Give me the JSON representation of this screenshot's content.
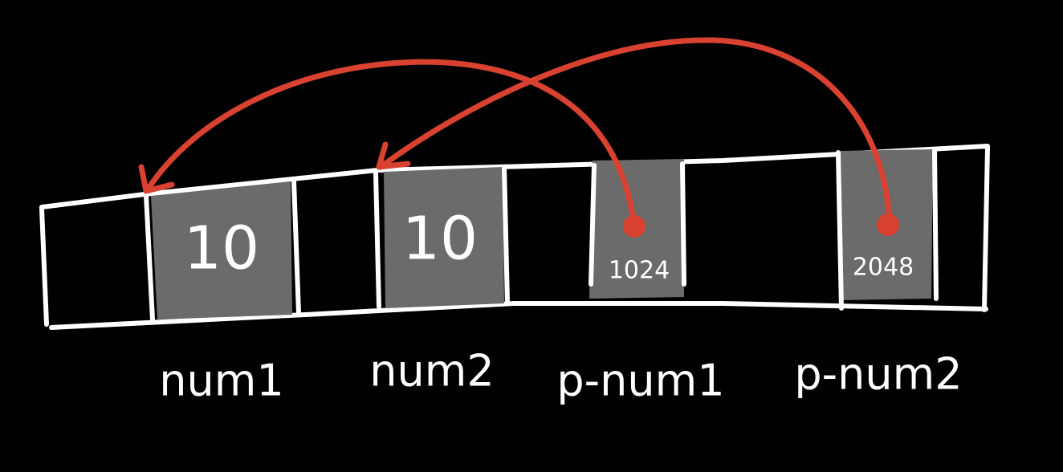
{
  "colors": {
    "background": "#000000",
    "outline": "#ffffff",
    "cell_fill": "#6b6b6b",
    "pointer": "#d94230"
  },
  "cells": [
    {
      "value": "10",
      "label": "num1"
    },
    {
      "value": "10",
      "label": "num2"
    },
    {
      "value": "1024",
      "label": "p-num1"
    },
    {
      "value": "2048",
      "label": "p-num2"
    }
  ]
}
